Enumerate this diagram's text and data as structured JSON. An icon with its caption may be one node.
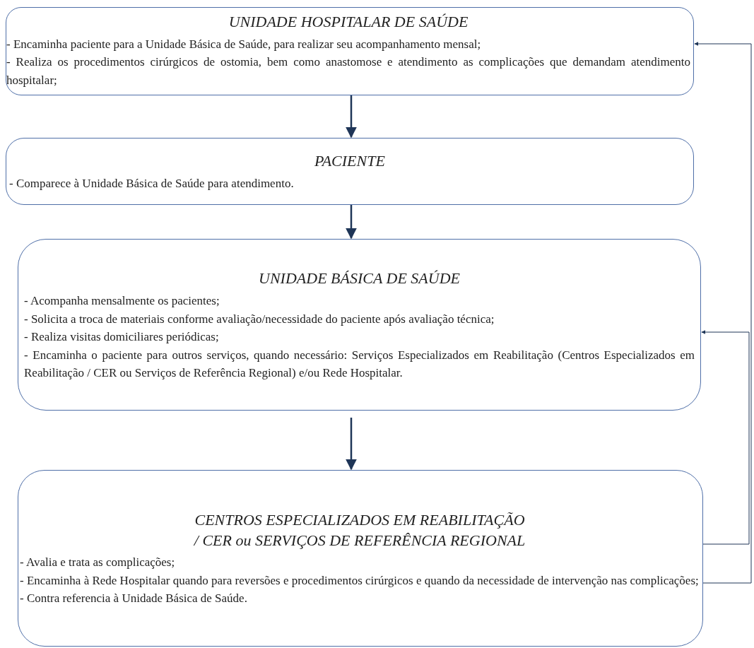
{
  "diagram": {
    "nodes": [
      {
        "text": [
          "UNIDADE HOSPITALAR DE SAÚDE",
          "- Encaminha paciente para a Unidade Básica de Saúde, para realizar seu acompanhamento mensal;",
          "- Realiza os procedimentos cirúrgicos de ostomia, bem como anastomose e atendimento as complicações que demandam atendimento hospitalar;"
        ]
      },
      {
        "text": [
          "PACIENTE",
          "- Comparece à Unidade Básica de Saúde para atendimento."
        ]
      },
      {
        "text": [
          "UNIDADE BÁSICA DE SAÚDE",
          "- Acompanha mensalmente os pacientes;",
          "- Solicita a troca de materiais conforme avaliação/necessidade do paciente após avaliação técnica;",
          "- Realiza visitas domiciliares periódicas;",
          "- Encaminha o paciente para outros serviços, quando necessário: Serviços Especializados em Reabilitação (Centros Especializados em Reabilitação / CER ou Serviços de Referência Regional) e/ou Rede Hospitalar."
        ]
      },
      {
        "text": [
          "CENTROS ESPECIALIZADOS EM REABILITAÇÃO / CER ou SERVIÇOS DE REFERÊNCIA REGIONAL",
          "- Avalia e trata as complicações;",
          "- Encaminha à Rede Hospitalar quando para reversões e procedimentos cirúrgicos e quando da necessidade de intervenção nas complicações;",
          "- Contra referencia à Unidade Básica de Saúde."
        ]
      }
    ],
    "edges": [
      {
        "from": 0,
        "to": 1,
        "arrow": "to"
      },
      {
        "from": 1,
        "to": 2,
        "arrow": "to"
      },
      {
        "from": 2,
        "to": 3,
        "arrow": "to"
      },
      {
        "from": 3,
        "to": 2,
        "arrow": "to"
      },
      {
        "from": 3,
        "to": 0,
        "arrow": "to"
      }
    ]
  }
}
